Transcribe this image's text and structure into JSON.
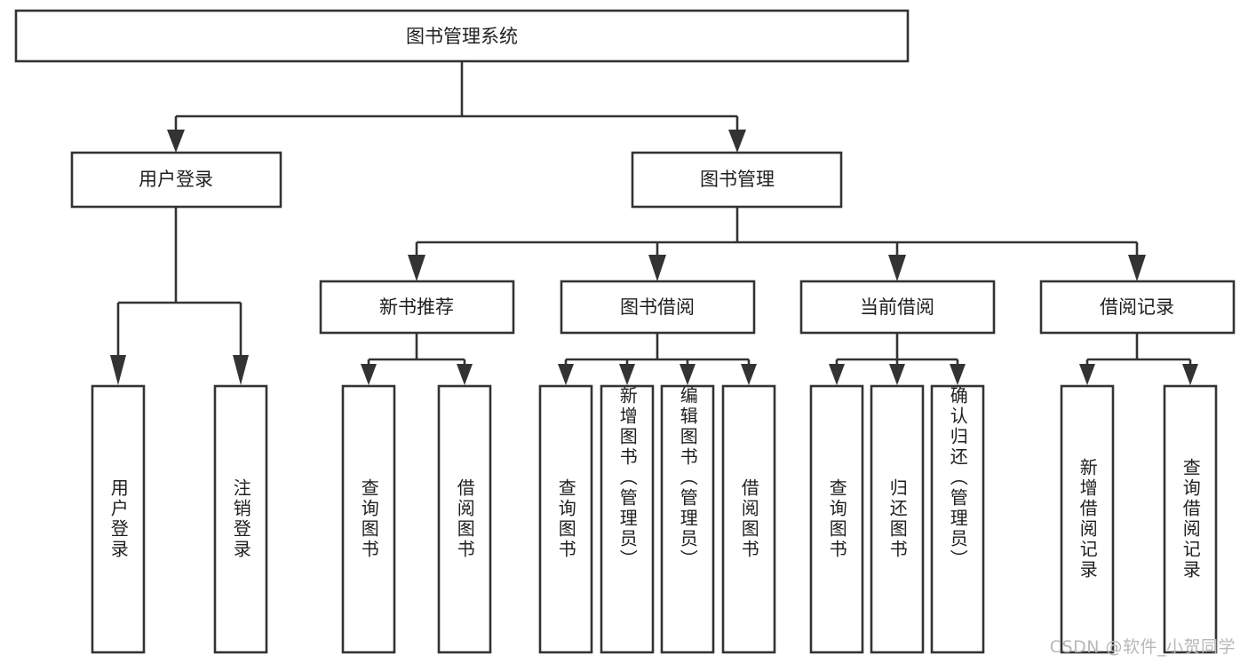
{
  "diagram": {
    "type": "tree-hierarchy-chart",
    "title": "图书管理系统",
    "orientation": "top-down",
    "colors": {
      "box_stroke": "#333333",
      "box_fill": "#ffffff",
      "line": "#333333",
      "text": "#1f1f1f",
      "watermark": "#b8b8b8",
      "background": "#ffffff"
    },
    "root": {
      "label": "图书管理系统"
    },
    "level2": [
      {
        "label": "用户登录"
      },
      {
        "label": "图书管理"
      }
    ],
    "level3": [
      {
        "label": "新书推荐"
      },
      {
        "label": "图书借阅"
      },
      {
        "label": "当前借阅"
      },
      {
        "label": "借阅记录"
      }
    ],
    "leaves": {
      "user_login": [
        {
          "label": "用户登录"
        },
        {
          "label": "注销登录"
        }
      ],
      "new_book_recommend": [
        {
          "label": "查询图书"
        },
        {
          "label": "借阅图书"
        }
      ],
      "book_borrow": [
        {
          "label": "查询图书"
        },
        {
          "label": "新增图书（管理员）"
        },
        {
          "label": "编辑图书（管理员）"
        },
        {
          "label": "借阅图书"
        }
      ],
      "current_borrow": [
        {
          "label": "查询图书"
        },
        {
          "label": "归还图书"
        },
        {
          "label": "确认归还（管理员）"
        }
      ],
      "borrow_record": [
        {
          "label": "新增借阅记录"
        },
        {
          "label": "查询借阅记录"
        }
      ]
    }
  },
  "watermark": {
    "text": "CSDN @软件_小贺同学"
  }
}
